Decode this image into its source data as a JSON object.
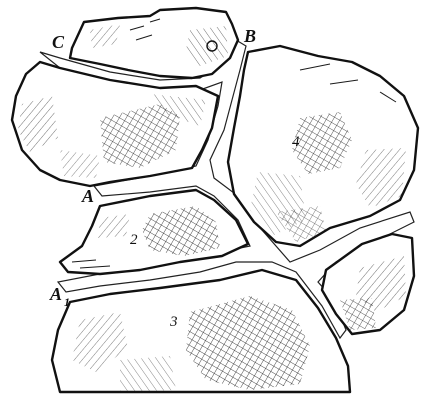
{
  "figure": {
    "labels": {
      "c": "C",
      "b": "B",
      "a": "A",
      "a1_main": "A",
      "a1_sub": "1",
      "stone_2": "2",
      "stone_3": "3",
      "stone_4": "4"
    }
  }
}
